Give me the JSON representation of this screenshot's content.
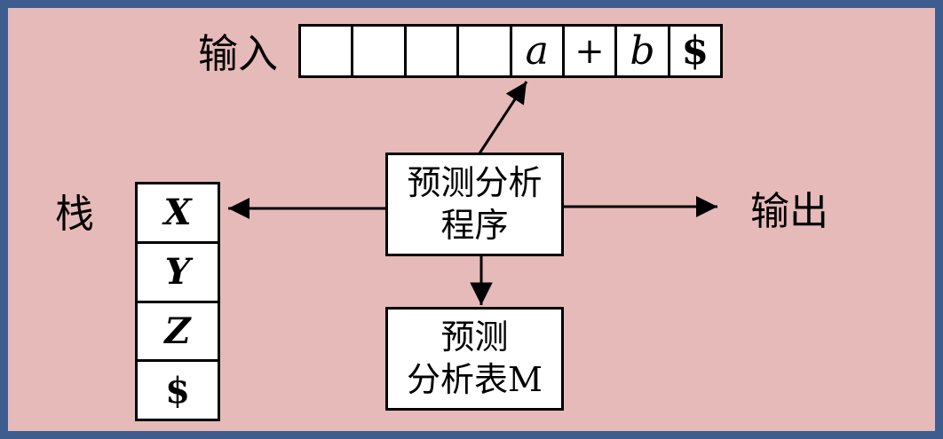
{
  "labels": {
    "input": "输入",
    "stack": "栈",
    "output": "输出"
  },
  "input_tape": {
    "cells": [
      "",
      "",
      "",
      "",
      "a",
      "+",
      "b",
      "$"
    ]
  },
  "stack": {
    "cells": [
      "X",
      "Y",
      "Z",
      "$"
    ]
  },
  "parser_box": {
    "line1": "预测分析",
    "line2": "程序"
  },
  "table_box": {
    "line1": "预测",
    "line2": "分析表M"
  },
  "colors": {
    "canvas_background": "#e7baba",
    "canvas_border": "#3d5d8f",
    "box_background": "#ffffff",
    "box_border": "#000000",
    "arrow": "#000000",
    "text": "#000000"
  }
}
